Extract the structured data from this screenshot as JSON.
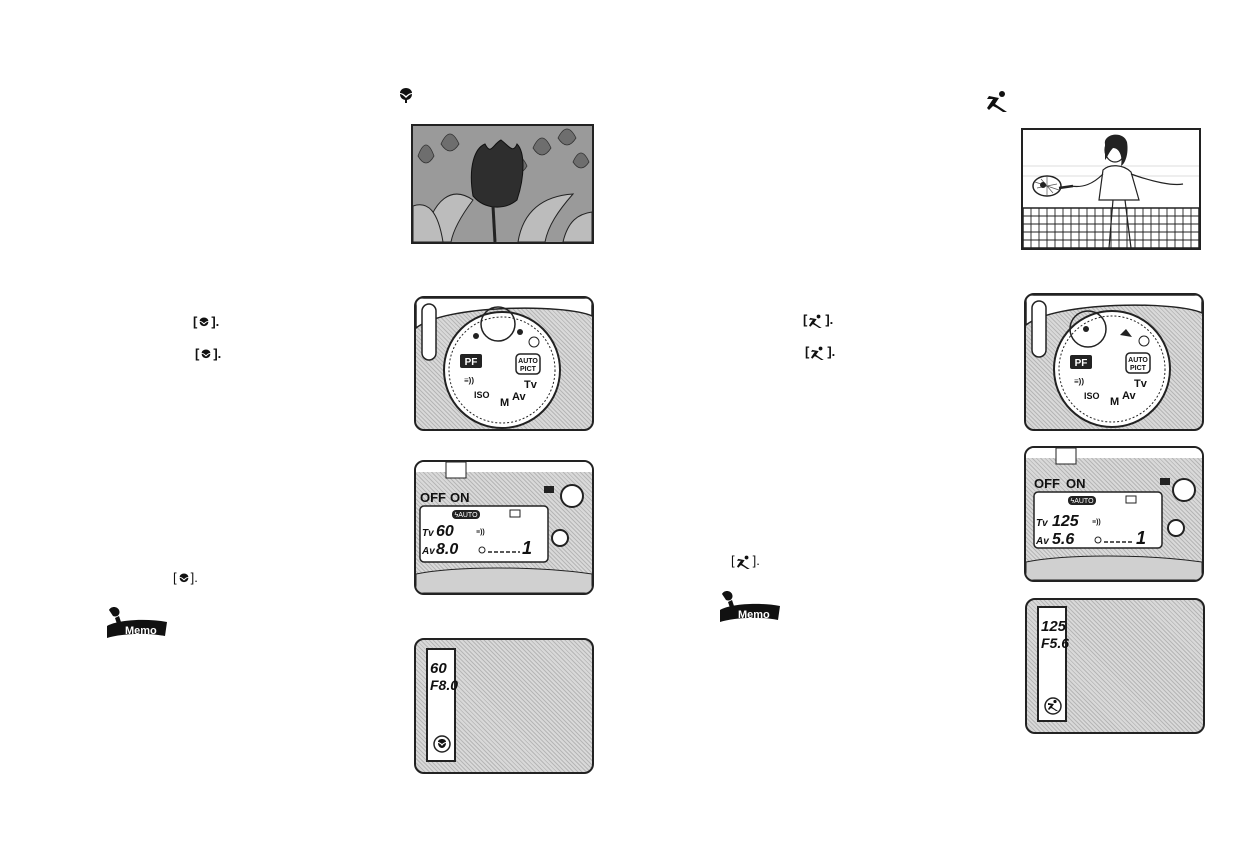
{
  "left_page": {
    "steps": [
      {
        "bracket_open": "[",
        "bracket_close": "]."
      },
      {
        "bracket_open": "[",
        "bracket_close": "]."
      },
      {
        "bracket_open": "[",
        "bracket_close": "]."
      }
    ],
    "dial_labels": {
      "pf": "PF",
      "auto": "AUTO",
      "pict": "PICT",
      "tv": "Tv",
      "av": "Av",
      "m": "M",
      "iso": "ISO"
    },
    "lcd": {
      "off": "OFF",
      "on": "ON",
      "flash_auto": "ϟAUTO",
      "tv_label": "Tv",
      "tv_value": "60",
      "av_label": "Av",
      "av_value": "8.0",
      "frames": "1"
    },
    "viewfinder": {
      "shutter": "60",
      "aperture": "F8.0"
    },
    "memo_label": "Memo"
  },
  "right_page": {
    "steps": [
      {
        "bracket_open": "[",
        "bracket_close": "]."
      },
      {
        "bracket_open": "[",
        "bracket_close": "]."
      },
      {
        "bracket_open": "[",
        "bracket_close": "]."
      }
    ],
    "dial_labels": {
      "pf": "PF",
      "auto": "AUTO",
      "pict": "PICT",
      "tv": "Tv",
      "av": "Av",
      "m": "M",
      "iso": "ISO"
    },
    "lcd": {
      "off": "OFF",
      "on": "ON",
      "flash_auto": "ϟAUTO",
      "tv_label": "Tv",
      "tv_value": "125",
      "av_label": "Av",
      "av_value": "5.6",
      "frames": "1"
    },
    "viewfinder": {
      "shutter": "125",
      "aperture": "F5.6"
    },
    "memo_label": "Memo"
  },
  "icons": {
    "macro": "flower-macro-icon",
    "sport": "running-figure-icon",
    "memo": "memo-pencil-icon"
  }
}
